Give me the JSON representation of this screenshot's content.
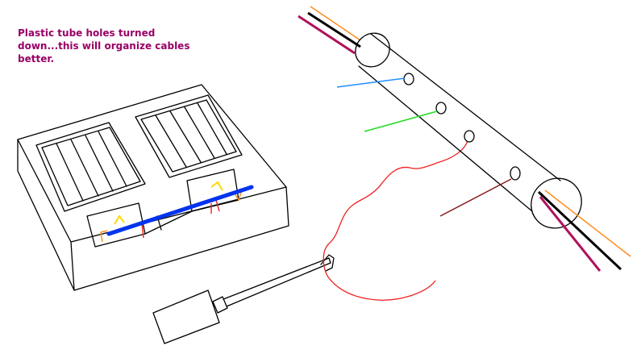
{
  "annotation": {
    "text": "Plastic tube holes turned\ndown...this will organize cables\nbetter.",
    "color": "#990066"
  },
  "colors": {
    "ink": "#000000",
    "blue_cable": "#0033ee",
    "light_blue_cable": "#1e90ff",
    "green_cable": "#22dd22",
    "red_cable": "#ee2222",
    "dark_red_cable": "#8b1a1a",
    "orange_cable": "#ff8c1a",
    "magenta_cable": "#b0125b",
    "yellow_mark": "#ffd700"
  },
  "icons": {
    "device": "solar-panel-box",
    "tube": "plastic-cable-tube",
    "tool": "probe-tool"
  }
}
